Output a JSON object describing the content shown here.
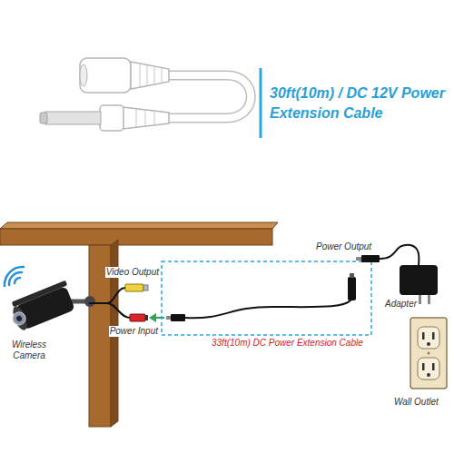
{
  "diagram": {
    "title": "30ft(10m) / DC 12V Power Extension Cable",
    "labels": [
      "Video Output",
      "Power Input",
      "Wireless Camera",
      "33ft(10m) DC Power Extension Cable",
      "Power Output",
      "Adapter",
      "Wall Outlet"
    ]
  }
}
